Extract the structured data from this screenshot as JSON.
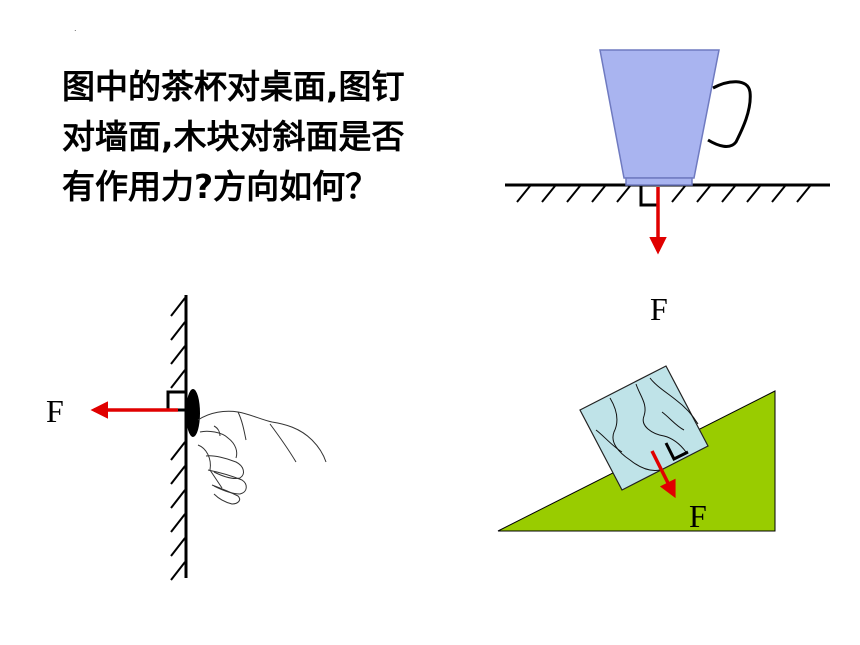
{
  "question": {
    "lines": [
      "图中的茶杯对桌面,图钉",
      "对墙面,木块对斜面是否",
      "有作用力?方向如何？"
    ]
  },
  "labels": {
    "cup_force": "F",
    "pin_force": "F",
    "block_force": "F"
  },
  "colors": {
    "cup": "#a9b4f0",
    "slope": "#99cc00",
    "block": "#bfe3e8",
    "force_arrow": "#e00000"
  }
}
